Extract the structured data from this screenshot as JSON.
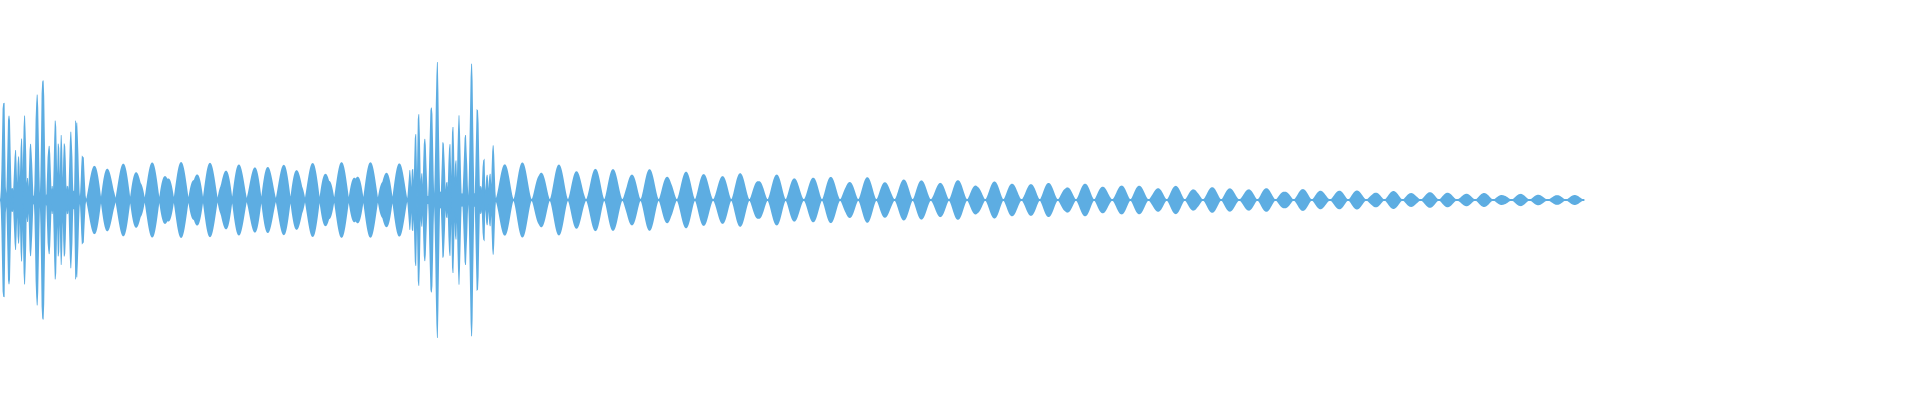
{
  "waveform": {
    "color": "#5dade2",
    "background": "#ffffff",
    "bursts": [
      {
        "start": 0.0,
        "end": 0.045,
        "amplitude": 1.0,
        "cycles": 13
      },
      {
        "start": 0.045,
        "end": 0.212,
        "amplitude": 0.25,
        "cycles": 22
      },
      {
        "start": 0.212,
        "end": 0.258,
        "amplitude": 0.98,
        "cycles": 13
      }
    ],
    "decay": {
      "start": 0.258,
      "end": 0.825,
      "amplitude_start": 0.28,
      "amplitude_end": 0.03,
      "cycles": 60
    }
  }
}
